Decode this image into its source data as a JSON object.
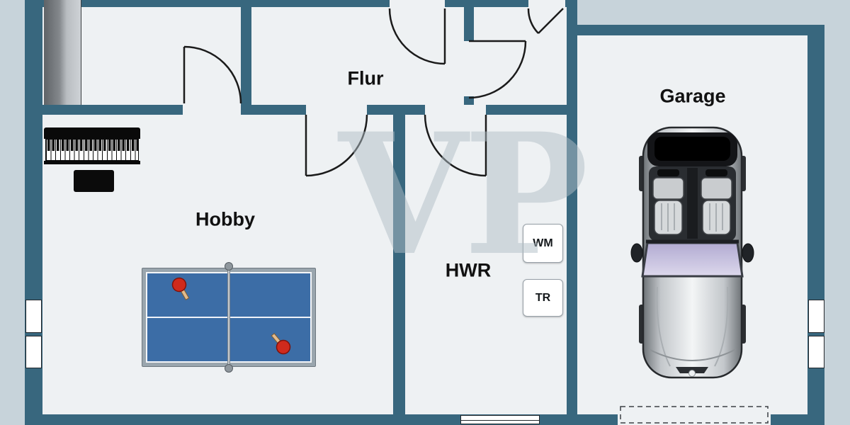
{
  "watermark": {
    "text": "VP"
  },
  "rooms": {
    "flur": {
      "label": "Flur"
    },
    "hobby": {
      "label": "Hobby"
    },
    "hwr": {
      "label": "HWR"
    },
    "garage": {
      "label": "Garage"
    }
  },
  "appliances": {
    "wm": {
      "label": "WM"
    },
    "tr": {
      "label": "TR"
    }
  },
  "furniture": [
    "staircase",
    "piano",
    "piano-bench",
    "ping-pong-table",
    "ping-pong-paddle",
    "ping-pong-paddle",
    "washing-machine",
    "dryer",
    "convertible-car"
  ],
  "colors": {
    "background": "#c7d3da",
    "wall": "#38677e",
    "floor": "#eef1f3",
    "table_blue": "#3c6da6",
    "paddle_red": "#cf2a1c",
    "label_text": "#111111",
    "window_white": "#ffffff"
  }
}
